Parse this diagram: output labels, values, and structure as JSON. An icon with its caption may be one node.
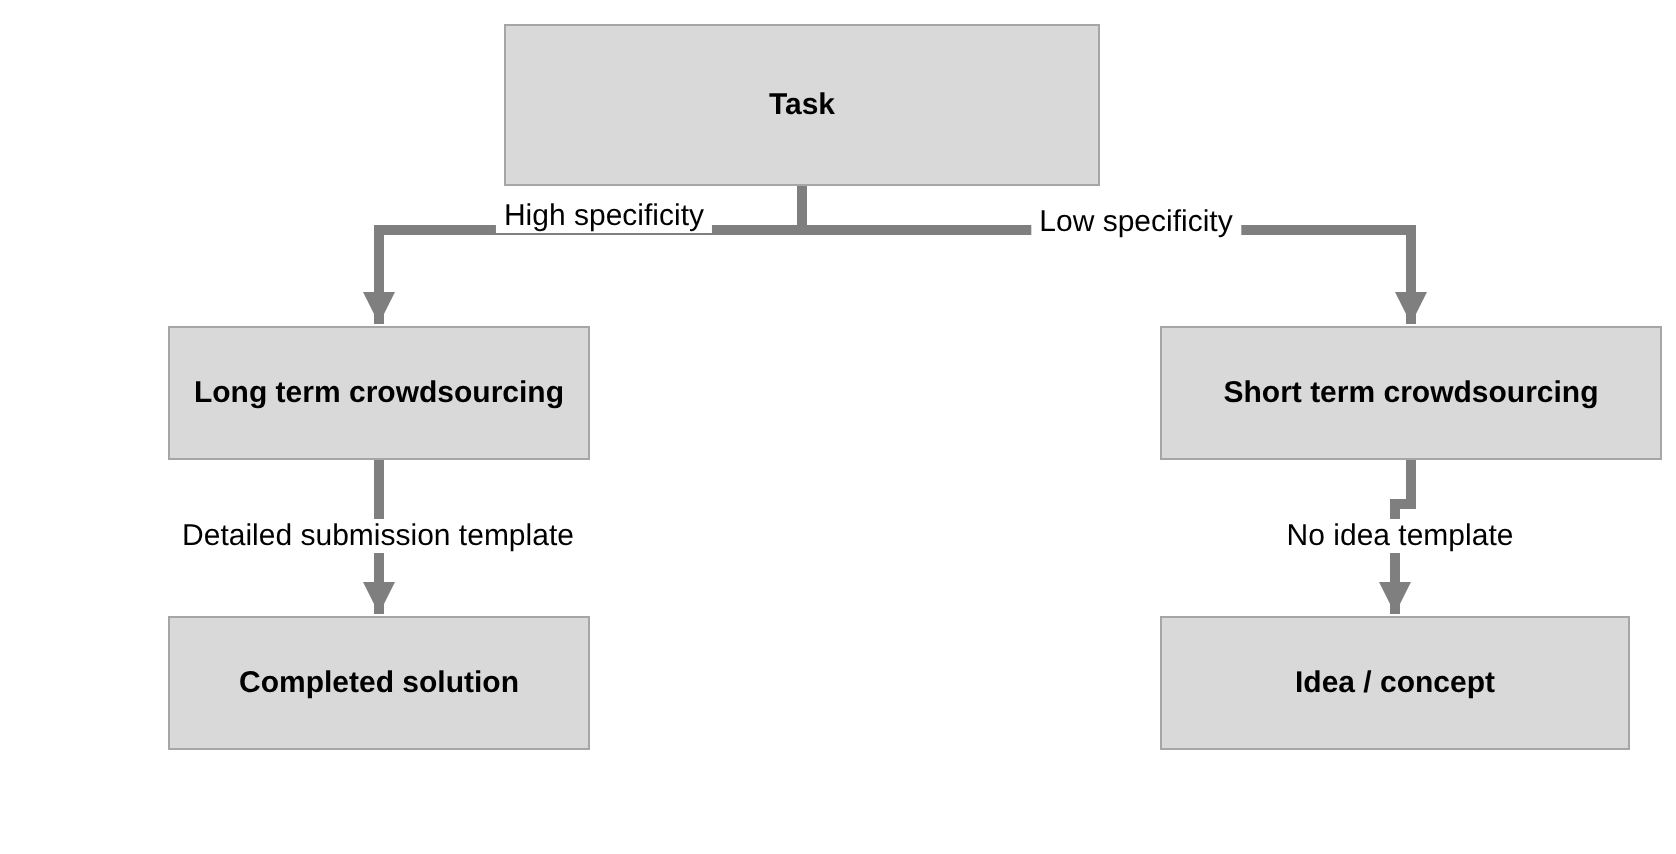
{
  "diagram": {
    "nodes": [
      {
        "text": [
          "Task"
        ]
      },
      {
        "text": [
          "Long term crowdsourcing"
        ]
      },
      {
        "text": [
          "Short term crowdsourcing"
        ]
      },
      {
        "text": [
          "Completed solution"
        ]
      },
      {
        "text": [
          "Idea / concept"
        ]
      }
    ],
    "edges": [
      {
        "from": 0,
        "to": 1,
        "arrow": "to",
        "label": "High specificity"
      },
      {
        "from": 0,
        "to": 2,
        "arrow": "to",
        "label": "Low specificity"
      },
      {
        "from": 1,
        "to": 3,
        "arrow": "to",
        "label": "Detailed submission template"
      },
      {
        "from": 2,
        "to": 4,
        "arrow": "to",
        "label": "No idea template"
      }
    ]
  }
}
